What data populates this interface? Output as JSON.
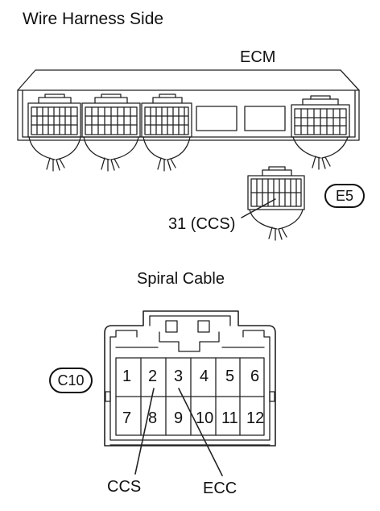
{
  "title": "Wire Harness Side",
  "ecm": {
    "label": "ECM",
    "connector_id": "E5",
    "pin_callout": "31 (CCS)"
  },
  "spiral_cable": {
    "label": "Spiral Cable",
    "connector_id": "C10",
    "pins_top": [
      "1",
      "2",
      "3",
      "4",
      "5",
      "6"
    ],
    "pins_bottom": [
      "7",
      "8",
      "9",
      "10",
      "11",
      "12"
    ],
    "callouts": {
      "ccs": "CCS",
      "ecc": "ECC"
    }
  }
}
